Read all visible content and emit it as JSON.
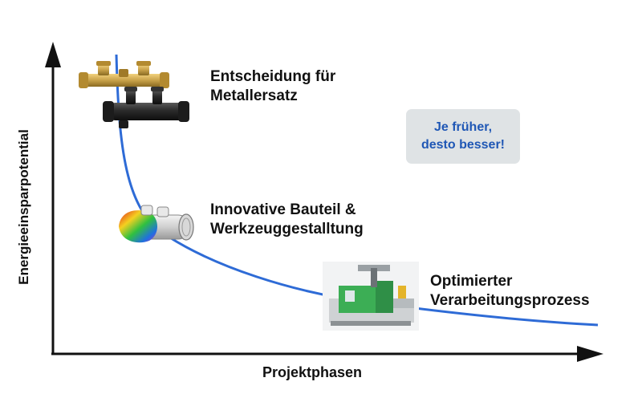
{
  "axes": {
    "y_label": "Energieeinsparpotential",
    "x_label": "Projektphasen"
  },
  "stages": [
    {
      "lines": [
        "Entscheidung für",
        "Metallersatz"
      ],
      "image": "valve-manifold"
    },
    {
      "lines": [
        "Innovative Bauteil &",
        "Werkzeuggestalltung"
      ],
      "image": "flow-simulation-part"
    },
    {
      "lines": [
        "Optimierter",
        "Verarbeitungsprozess"
      ],
      "image": "injection-molding-machine"
    }
  ],
  "callout": {
    "lines": [
      "Je früher,",
      "desto besser!"
    ]
  },
  "colors": {
    "curve": "#2e6bd6",
    "axis": "#111111",
    "callout_bg": "#dfe3e5",
    "callout_text": "#1f57b5",
    "brass": "#c9a24a",
    "plastic_black": "#2b2b2b",
    "machine_green": "#3cae55"
  }
}
